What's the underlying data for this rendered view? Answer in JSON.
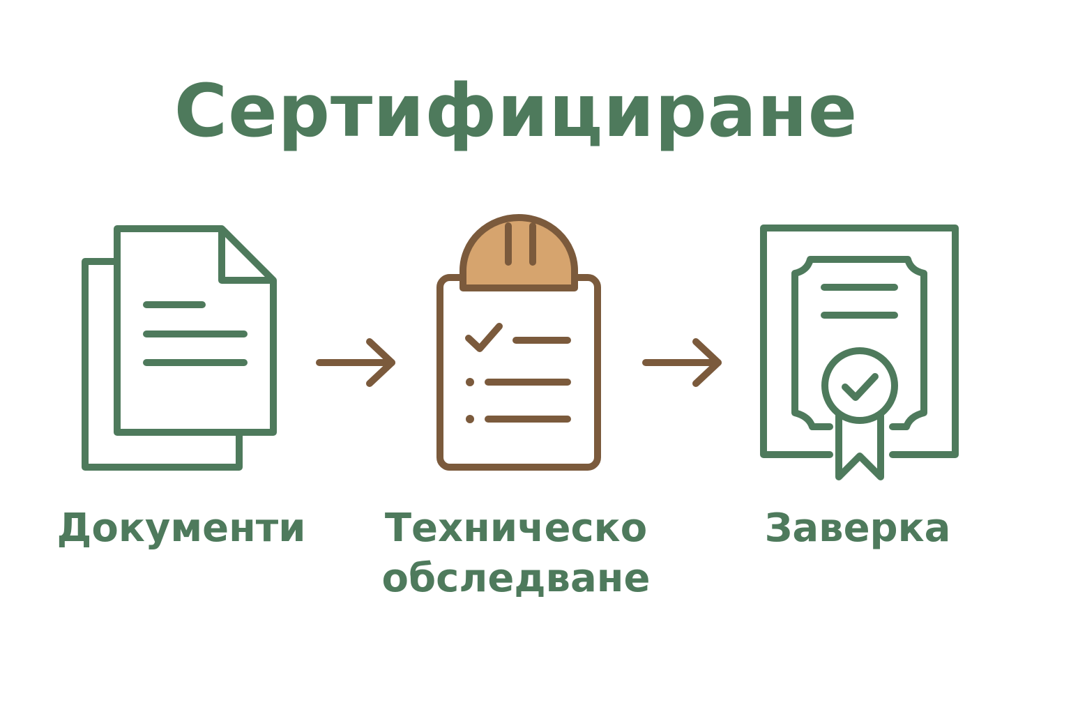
{
  "title": "Сертифициране",
  "colors": {
    "green": "#4e7a5c",
    "brown": "#7b5a3c",
    "helmet": "#d6a46e",
    "background": "#ffffff"
  },
  "steps": [
    {
      "label_lines": [
        "Документи"
      ],
      "icon": "documents-icon"
    },
    {
      "label_lines": [
        "Техническо",
        "обследване"
      ],
      "icon": "inspection-clipboard-icon"
    },
    {
      "label_lines": [
        "Заверка"
      ],
      "icon": "certificate-icon"
    }
  ],
  "connectors": [
    "arrow-right-icon",
    "arrow-right-icon"
  ]
}
